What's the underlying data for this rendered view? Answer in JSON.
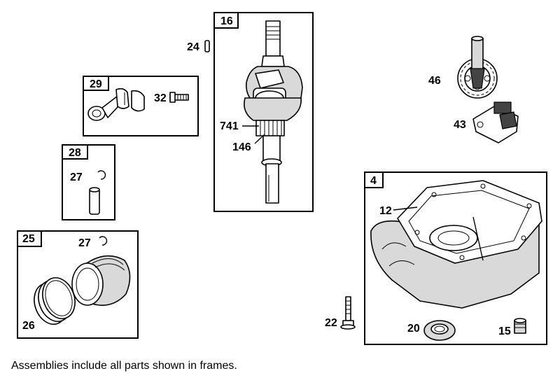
{
  "frames": [
    {
      "id": "16"
    },
    {
      "id": "29"
    },
    {
      "id": "28"
    },
    {
      "id": "25"
    },
    {
      "id": "4"
    }
  ],
  "labels": {
    "f16": "16",
    "f29": "29",
    "f28": "28",
    "f25": "25",
    "f4": "4",
    "p24": "24",
    "p32": "32",
    "p741": "741",
    "p146": "146",
    "p27a": "27",
    "p27b": "27",
    "p26": "26",
    "p46": "46",
    "p43": "43",
    "p12": "12",
    "p22": "22",
    "p20": "20",
    "p15": "15"
  },
  "footnote": "Assemblies include all parts shown in frames.",
  "colors": {
    "line": "#000000",
    "shade": "#d9d9d9",
    "background": "#ffffff"
  }
}
